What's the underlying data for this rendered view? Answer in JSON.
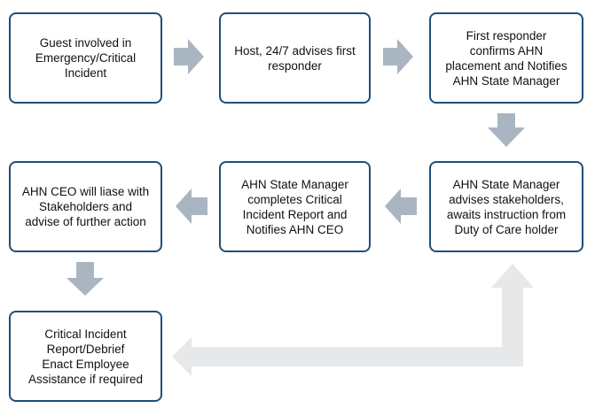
{
  "steps": [
    {
      "id": "s1",
      "text": "Guest involved in\nEmergency/Critical\nIncident"
    },
    {
      "id": "s2",
      "text": "Host, 24/7 advises first\nresponder"
    },
    {
      "id": "s3",
      "text": "First responder\nconfirms AHN\nplacement and Notifies\nAHN State Manager"
    },
    {
      "id": "s4",
      "text": "AHN State Manager\nadvises stakeholders,\nawaits instruction from\nDuty of Care holder"
    },
    {
      "id": "s5",
      "text": "AHN State Manager\ncompletes Critical\nIncident Report and\nNotifies AHN CEO"
    },
    {
      "id": "s6",
      "text": "AHN CEO will liase with\nStakeholders and\nadvise of further action"
    },
    {
      "id": "s7",
      "text": "Critical Incident\nReport/Debrief\nEnact Employee\nAssistance if required"
    }
  ],
  "colors": {
    "box_border": "#1f4e79",
    "arrow": "#a9b6c1",
    "connector": "#e6e8ea"
  }
}
